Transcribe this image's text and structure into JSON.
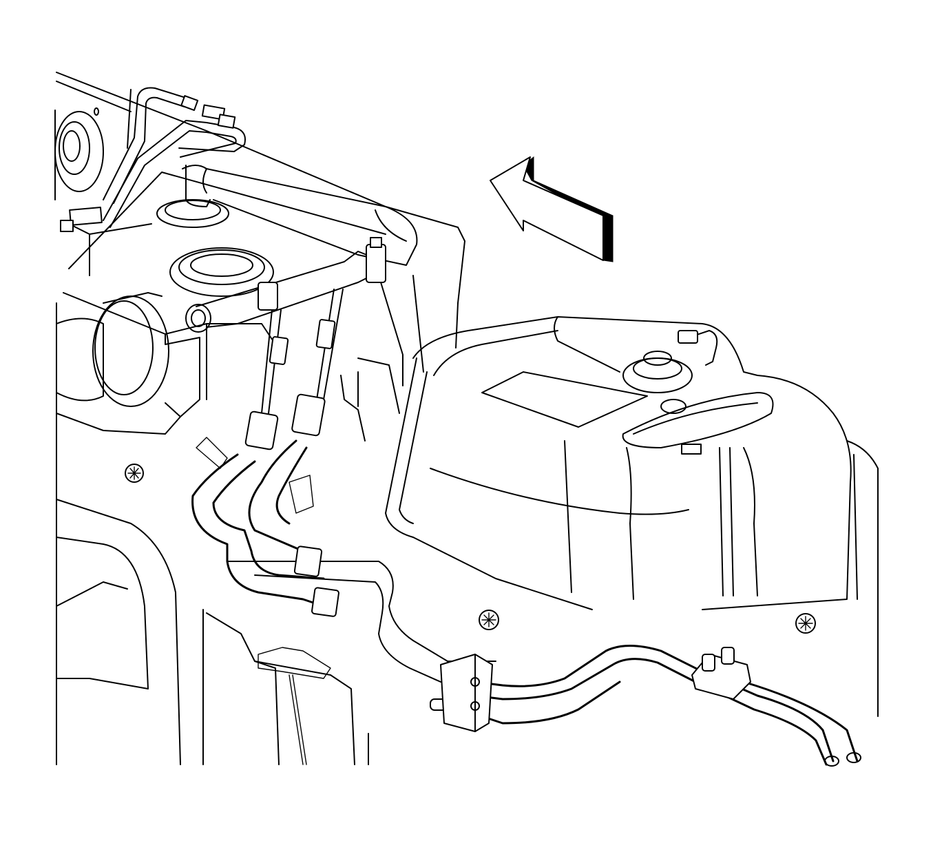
{
  "diagram": {
    "background_color": "#ffffff",
    "line_color": "#000000",
    "direction_indicator": {
      "icon": "front-of-vehicle-arrow-icon"
    },
    "components": [
      "fuel-tank",
      "fuel-line-quick-connect",
      "fuel-line-assembly",
      "evap-line",
      "fuel-line-retainer-clip",
      "fuel-filler-pipe",
      "fuel-sender-module",
      "frame-crossmember",
      "frame-rail"
    ]
  }
}
